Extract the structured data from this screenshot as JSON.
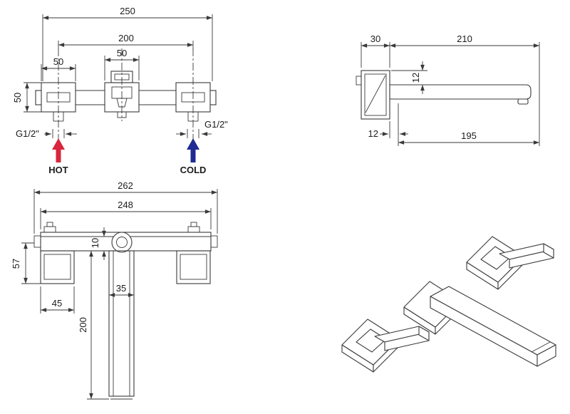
{
  "colors": {
    "line": "#3a3a3a",
    "hot": "#d7263d",
    "cold": "#1f2a93",
    "text": "#1c1c1c"
  },
  "views": {
    "front": {
      "dim_overall": "250",
      "dim_centers": "200",
      "dim_hole_left": "50",
      "dim_hole_center": "50",
      "dim_height": "50",
      "thread_left": "G1/2\"",
      "thread_right": "G1/2\"",
      "label_hot": "HOT",
      "label_cold": "COLD"
    },
    "side": {
      "dim_plate_depth": "30",
      "dim_total_reach": "210",
      "dim_spout_height": "12",
      "dim_offset": "12",
      "dim_spout_reach": "195"
    },
    "plan": {
      "dim_overall": "262",
      "dim_inner": "248",
      "dim_gap": "10",
      "dim_depth": "57",
      "dim_handle_width": "45",
      "dim_spout_width": "35",
      "dim_spout_length": "200"
    }
  }
}
